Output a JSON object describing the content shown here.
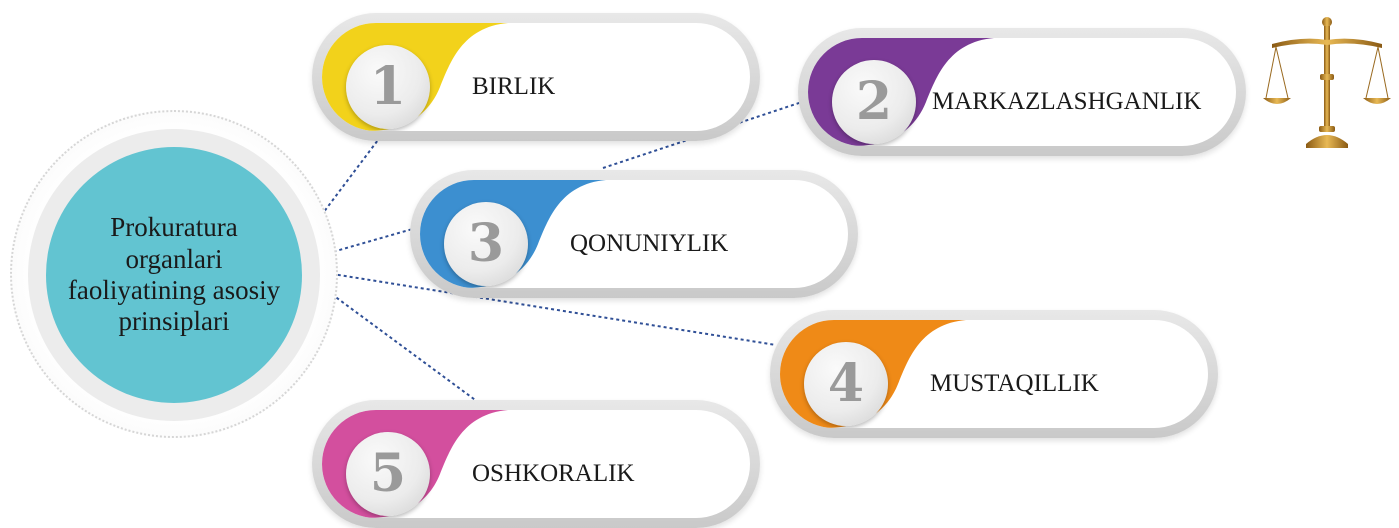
{
  "center": {
    "text": "Prokuratura\norganlari\nfaoliyatining asosiy\nprinsiplari",
    "color": "#62c4d1"
  },
  "principles": [
    {
      "number": "1",
      "label": "BIRLIK",
      "accent_color": "#f2d21b"
    },
    {
      "number": "2",
      "label": "MARKAZLASHGANLIK",
      "accent_color": "#7a3a96"
    },
    {
      "number": "3",
      "label": "QONUNIYLIK",
      "accent_color": "#3c8fd0"
    },
    {
      "number": "4",
      "label": "MUSTAQILLIK",
      "accent_color": "#ef8a17"
    },
    {
      "number": "5",
      "label": "OSHKORALIK",
      "accent_color": "#d34f9e"
    }
  ],
  "connector_color": "#2f4f96",
  "icons": {
    "scales": "scales-of-justice-icon"
  }
}
